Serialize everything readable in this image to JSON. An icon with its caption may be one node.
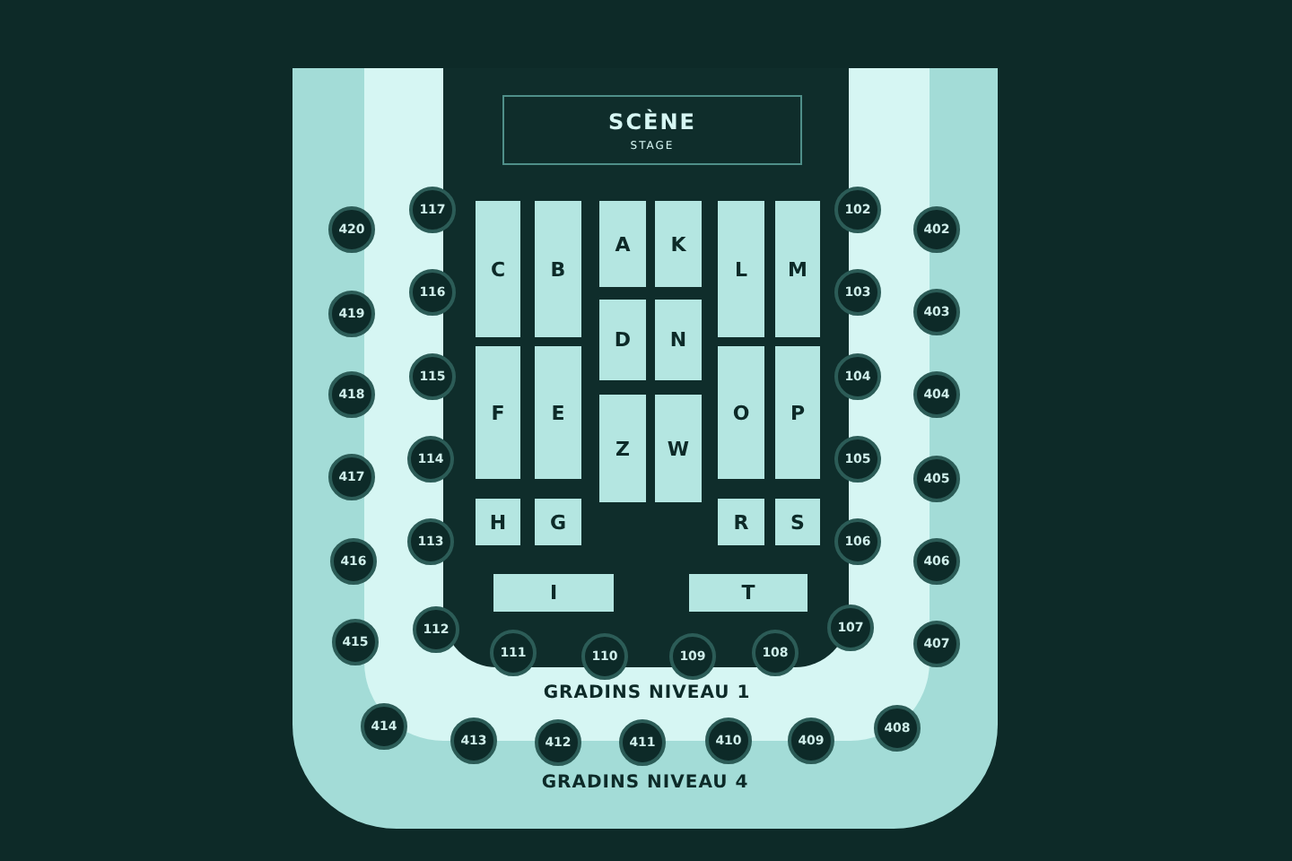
{
  "diagram": {
    "nodes": [
      {
        "text": [
          "GRADINS NIVEAU 4"
        ]
      },
      {
        "text": [
          "GRADINS NIVEAU 1"
        ],
        "in": 0
      },
      {
        "text": [],
        "shape": "box",
        "in": 1
      },
      {
        "text": [
          "SCÈNE",
          "STAGE"
        ],
        "in": 2
      },
      {
        "text": [
          "C"
        ],
        "in": 2
      },
      {
        "text": [
          "B"
        ],
        "in": 2
      },
      {
        "text": [
          "A"
        ],
        "in": 2
      },
      {
        "text": [
          "K"
        ],
        "in": 2
      },
      {
        "text": [
          "L"
        ],
        "in": 2
      },
      {
        "text": [
          "M"
        ],
        "in": 2
      },
      {
        "text": [
          "D"
        ],
        "in": 2
      },
      {
        "text": [
          "N"
        ],
        "in": 2
      },
      {
        "text": [
          "F"
        ],
        "in": 2
      },
      {
        "text": [
          "E"
        ],
        "in": 2
      },
      {
        "text": [
          "Z"
        ],
        "in": 2
      },
      {
        "text": [
          "W"
        ],
        "in": 2
      },
      {
        "text": [
          "O"
        ],
        "in": 2
      },
      {
        "text": [
          "P"
        ],
        "in": 2
      },
      {
        "text": [
          "H"
        ],
        "in": 2
      },
      {
        "text": [
          "G"
        ],
        "in": 2
      },
      {
        "text": [
          "R"
        ],
        "in": 2
      },
      {
        "text": [
          "S"
        ],
        "in": 2
      },
      {
        "text": [
          "I"
        ],
        "in": 2
      },
      {
        "text": [
          "T"
        ],
        "in": 2
      },
      {
        "text": [
          "102"
        ],
        "in": 1
      },
      {
        "text": [
          "103"
        ],
        "in": 1
      },
      {
        "text": [
          "104"
        ],
        "in": 1
      },
      {
        "text": [
          "105"
        ],
        "in": 1
      },
      {
        "text": [
          "106"
        ],
        "in": 1
      },
      {
        "text": [
          "107"
        ],
        "in": 1
      },
      {
        "text": [
          "108"
        ],
        "in": 1
      },
      {
        "text": [
          "109"
        ],
        "in": 1
      },
      {
        "text": [
          "110"
        ],
        "in": 1
      },
      {
        "text": [
          "111"
        ],
        "in": 1
      },
      {
        "text": [
          "112"
        ],
        "in": 1
      },
      {
        "text": [
          "113"
        ],
        "in": 1
      },
      {
        "text": [
          "114"
        ],
        "in": 1
      },
      {
        "text": [
          "115"
        ],
        "in": 1
      },
      {
        "text": [
          "116"
        ],
        "in": 1
      },
      {
        "text": [
          "117"
        ],
        "in": 1
      },
      {
        "text": [
          "402"
        ],
        "in": 0
      },
      {
        "text": [
          "403"
        ],
        "in": 0
      },
      {
        "text": [
          "404"
        ],
        "in": 0
      },
      {
        "text": [
          "405"
        ],
        "in": 0
      },
      {
        "text": [
          "406"
        ],
        "in": 0
      },
      {
        "text": [
          "407"
        ],
        "in": 0
      },
      {
        "text": [
          "408"
        ],
        "in": 0
      },
      {
        "text": [
          "409"
        ],
        "in": 0
      },
      {
        "text": [
          "410"
        ],
        "in": 0
      },
      {
        "text": [
          "411"
        ],
        "in": 0
      },
      {
        "text": [
          "412"
        ],
        "in": 0
      },
      {
        "text": [
          "413"
        ],
        "in": 0
      },
      {
        "text": [
          "414"
        ],
        "in": 0
      },
      {
        "text": [
          "415"
        ],
        "in": 0
      },
      {
        "text": [
          "416"
        ],
        "in": 0
      },
      {
        "text": [
          "417"
        ],
        "in": 0
      },
      {
        "text": [
          "418"
        ],
        "in": 0
      },
      {
        "text": [
          "419"
        ],
        "in": 0
      },
      {
        "text": [
          "420"
        ],
        "in": 0
      }
    ]
  }
}
